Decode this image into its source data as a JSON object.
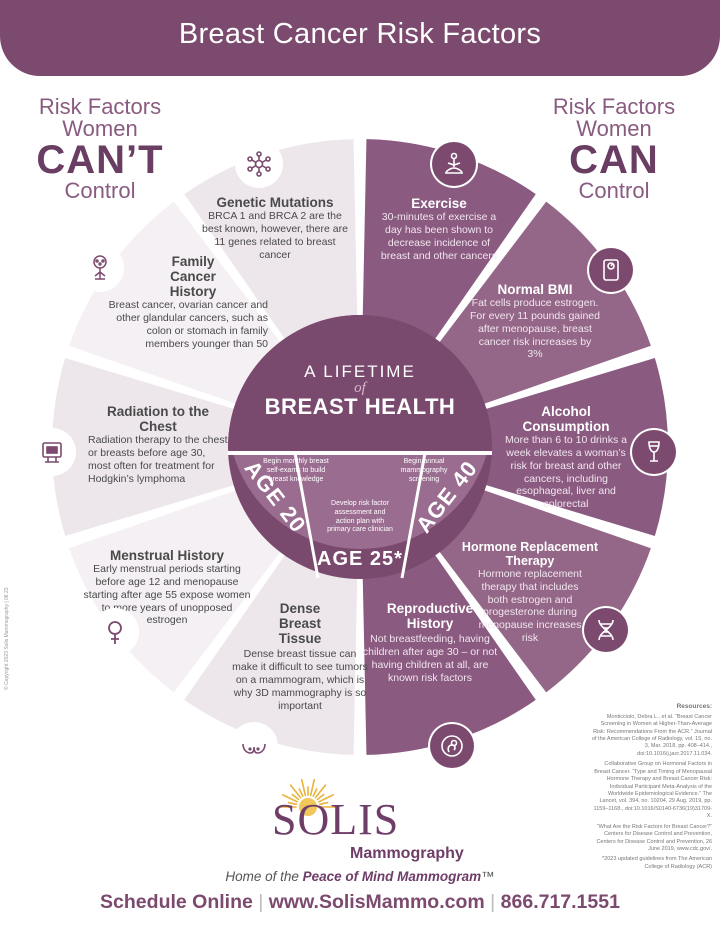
{
  "title": "Breast Cancer Risk Factors",
  "left_header": {
    "line1": "Risk Factors",
    "line2": "Women",
    "big": "CAN’T",
    "line4": "Control"
  },
  "right_header": {
    "line1": "Risk Factors",
    "line2": "Women",
    "big": "CAN",
    "line4": "Control"
  },
  "center": {
    "line1": "A LIFETIME",
    "line2": "of",
    "line3": "BREAST HEALTH"
  },
  "ages": [
    {
      "label": "AGE 20",
      "text": "Begin monthly breast self-exams to build breast knowledge"
    },
    {
      "label": "AGE 25*",
      "text": "Develop risk factor assessment and action plan with primary care clinician"
    },
    {
      "label": "AGE 40",
      "text": "Begin annual mammography screening"
    }
  ],
  "cant_control": [
    {
      "title": "Genetic Mutations",
      "body": "BRCA 1 and BRCA 2 are the best known, however, there are 11 genes related to breast cancer",
      "icon": "dna-network-icon"
    },
    {
      "title": "Family Cancer History",
      "body": "Breast cancer, ovarian cancer and other glandular cancers, such as colon or stomach in family members younger than 50",
      "icon": "family-tree-icon"
    },
    {
      "title": "Radiation to the Chest",
      "body": "Radiation therapy to the chest or breasts before age 30, most often for treatment for Hodgkin’s lymphoma",
      "icon": "radiation-machine-icon"
    },
    {
      "title": "Menstrual History",
      "body": "Early menstrual periods starting before age 12 and menopause starting after age 55 expose women to more years of unopposed estrogen",
      "icon": "female-symbol-icon"
    },
    {
      "title": "Dense Breast Tissue",
      "body": "Dense breast tissue can make it difficult to see tumors on a mammogram, which is why 3D mammography is so important",
      "icon": "breast-icon"
    }
  ],
  "can_control": [
    {
      "title": "Exercise",
      "body": "30-minutes of exercise a day has been shown to decrease incidence of breast and other cancers",
      "icon": "yoga-icon"
    },
    {
      "title": "Normal BMI",
      "body": "Fat cells produce estrogen. For every 11 pounds gained after menopause, breast cancer risk increases by 3%",
      "icon": "scale-icon"
    },
    {
      "title": "Alcohol Consumption",
      "body": "More than 6 to 10 drinks a week elevates a woman’s risk for breast and other cancers, including esophageal, liver and colorectal",
      "icon": "wine-glass-icon"
    },
    {
      "title": "Hormone Replacement Therapy",
      "body": "Hormone replacement therapy that includes both estrogen and progesterone during menopause increases risk",
      "icon": "dna-helix-icon"
    },
    {
      "title": "Reproductive History",
      "body": "Not breastfeeding, having children after age 30 – or not having children at all, are known risk factors",
      "icon": "pregnancy-icon"
    }
  ],
  "sources": {
    "title": "Resources:",
    "items": [
      "Monticciolo, Debra L., et al. “Breast Cancer Screening in Women at Higher-Than-Average Risk: Recommendations From the ACR.” Journal of the American College of Radiology, vol. 15, no. 3, Mar. 2018, pp. 408–414., doi:10.1016/j.jacr.2017.11.034.",
      "Collaborative Group on Hormonal Factors in Breast Cancer. “Type and Timing of Menopausal Hormone Therapy and Breast Cancer Risk: Individual Participant Meta-Analysis of the Worldwide Epidemiological Evidence.” The Lancet, vol. 394, no. 10204, 29 Aug. 2019, pp. 1159–1168., doi:10.1016/S0140-6736(19)31709-X.",
      "“What Are the Risk Factors for Breast Cancer?” Centers for Disease Control and Prevention, Centers for Disease Control and Prevention, 26 June 2019, www.cdc.gov/.",
      "*2023 updated guidelines from The American College of Radiology (ACR)"
    ]
  },
  "copyright": "© Copyright 2023 Solis Mammography | 08.23",
  "logo": {
    "word": "SOLIS",
    "sub": "Mammography"
  },
  "tagline": {
    "pre": "Home of the ",
    "bold": "Peace of Mind Mammogram",
    "tm": "™"
  },
  "footer": {
    "schedule": "Schedule Online",
    "url": "www.SolisMammo.com",
    "phone": "866.717.1551"
  },
  "colors": {
    "primary": "#7b4a6e",
    "dark_wedge": "#8a5a80",
    "light_wedge": "#efe9ee",
    "center": "#7a4a6e"
  }
}
